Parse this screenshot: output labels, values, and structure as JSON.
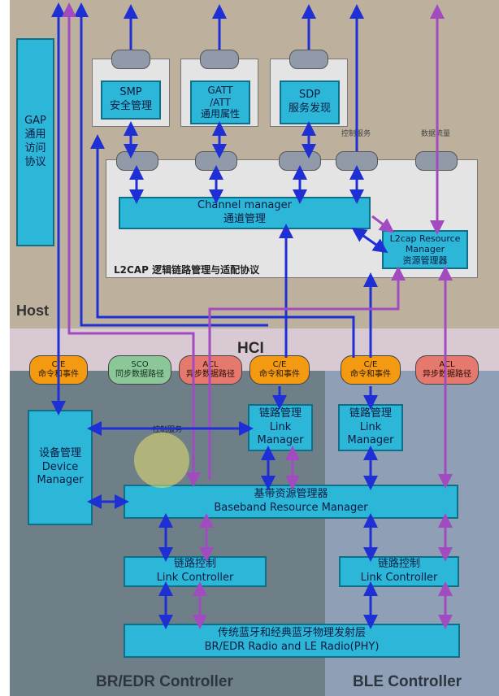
{
  "regions": {
    "host": "Host",
    "hci": "HCI",
    "bredr": "BR/EDR Controller",
    "ble": "BLE Controller"
  },
  "gap": {
    "line1": "GAP",
    "line2": "通用",
    "line3": "访问",
    "line4": "协议"
  },
  "smp": {
    "line1": "SMP",
    "line2": "安全管理"
  },
  "gatt": {
    "line1": "GATT",
    "line2": "/ATT",
    "line3": "通用属性"
  },
  "sdp": {
    "line1": "SDP",
    "line2": "服务发现"
  },
  "labels": {
    "control_service": "控制服务",
    "data_flow": "数据流量",
    "control_service_2": "控制服务"
  },
  "channel_manager": {
    "line1": "Channel manager",
    "line2": "通道管理"
  },
  "l2cap_resource": {
    "line1": "L2cap Resource",
    "line2": "Manager",
    "line3": "资源管理器"
  },
  "l2cap_title": "L2CAP 逻辑链路管理与适配协议",
  "hci_items": [
    {
      "line1": "C/E",
      "line2": "命令和事件"
    },
    {
      "line1": "SCO",
      "line2": "同步数据路径"
    },
    {
      "line1": "ACL",
      "line2": "异步数据路径"
    },
    {
      "line1": "C/E",
      "line2": "命令和事件"
    },
    {
      "line1": "C/E",
      "line2": "命令和事件"
    },
    {
      "line1": "ACL",
      "line2": "异步数据路径"
    }
  ],
  "link_manager_bredr": {
    "line1": "链路管理",
    "line2": "Link",
    "line3": "Manager"
  },
  "link_manager_ble": {
    "line1": "链路管理",
    "line2": "Link",
    "line3": "Manager"
  },
  "device_manager": {
    "line1": "设备管理",
    "line2": "Device",
    "line3": "Manager"
  },
  "baseband": {
    "line1": "基带资源管理器",
    "line2": "Baseband Resource Manager"
  },
  "link_controller_bredr": {
    "line1": "链路控制",
    "line2": "Link Controller"
  },
  "link_controller_ble": {
    "line1": "链路控制",
    "line2": "Link Controller"
  },
  "radio": {
    "line1": "传统蓝牙和经典蓝牙物理发射层",
    "line2": "BR/EDR Radio and LE Radio(PHY)"
  },
  "colors": {
    "blue_arrow": "#1f2fd6",
    "purple_arrow": "#a24bc0",
    "box_blue": "#2cb6d8"
  }
}
